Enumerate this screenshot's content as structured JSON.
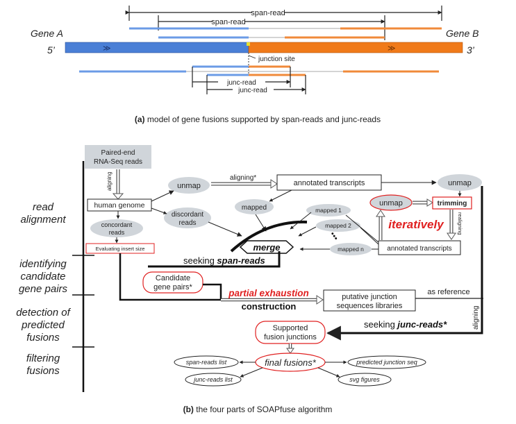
{
  "part_a": {
    "gene_a": "Gene  A",
    "gene_b": "Gene  B",
    "five_prime": "5’",
    "three_prime": "3’",
    "arrow_glyph": "≫",
    "span_read_outer": "span-read",
    "span_read_inner": "span-read",
    "junction_site": "junction site",
    "junc_read_1": "junc-read",
    "junc_read_2": "junc-read",
    "caption_label": "(a)",
    "caption_text": " model of gene fusions supported by span-reads and junc-reads"
  },
  "part_b": {
    "sections": {
      "read_alignment": [
        "read",
        "alignment"
      ],
      "identifying": [
        "identifying",
        "candidate",
        "gene pairs"
      ],
      "detection": [
        "detection of",
        "predicted",
        "fusions"
      ],
      "filtering": [
        "filtering",
        "fusions"
      ]
    },
    "nodes": {
      "paired_end": [
        "Paired-end",
        "RNA-Seq reads"
      ],
      "aligning_vertical": "aligning",
      "human_genome": "human genome",
      "unmap_1": "unmap",
      "aligning_star": "aligning*",
      "annotated_transcripts_1": "annotated transcripts",
      "unmap_2": "unmap",
      "mapped": "mapped",
      "discordant_reads": [
        "discordant",
        "reads"
      ],
      "concordant_reads": [
        "concordant",
        "reads"
      ],
      "evaluating": "Evaluating insert size",
      "mapped_1": "mapped 1",
      "mapped_2": "mapped 2",
      "dots": "●●●",
      "mapped_n": "mapped n",
      "merge": "merge",
      "unmap_3": "unmap",
      "trimming": "trimming",
      "iteratively": "iteratively",
      "realigning": "realigning",
      "annotated_transcripts_2": "annotated transcripts",
      "seeking_span_prefix": "seeking ",
      "seeking_span_em": "span-reads",
      "candidate": [
        "Candidate",
        "gene pairs*"
      ],
      "partial_exhaustion": "partial exhaustion",
      "construction": "construction",
      "putative": [
        "putative junction",
        "sequences libraries"
      ],
      "as_reference": "as reference",
      "aligning_right": "aligning",
      "seeking_junc_prefix": "seeking ",
      "seeking_junc_em": "junc-reads*",
      "supported": [
        "Supported",
        "fusion junctions"
      ],
      "final_fusions": "final fusions*",
      "span_reads_list": "span-reads list",
      "junc_reads_list": "junc-reads list",
      "predicted_junction_seq": "predicted junction seq",
      "svg_figures": "svg figures"
    },
    "caption_label": "(b)",
    "caption_text": " the four parts of SOAPfuse algorithm"
  },
  "colors": {
    "gene_a_blue": "#4a7fd6",
    "gene_b_orange": "#f07a1a",
    "read_blue": "#6b9be6",
    "read_orange": "#f08a3a",
    "highlight_red": "#e02020",
    "node_gray": "#d0d5da",
    "junction_yellow": "#e8e030"
  }
}
